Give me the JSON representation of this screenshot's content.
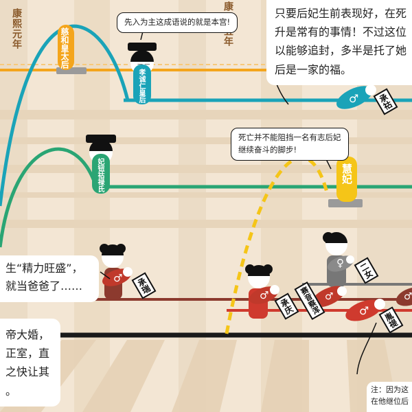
{
  "axis": {
    "year_left": "康熙元年",
    "year_right_top": "康",
    "year_right_bottom": "五年"
  },
  "bubbles": {
    "queen_speech": "先入为主这成语说的就是本宫!",
    "death_note": [
      "死亡并不能阻挡一名有志后妃",
      "继续奋斗的脚步!"
    ],
    "top_right": [
      "只要后妃生前表现好，在死",
      "升是常有的事情！不过这位",
      "以能够追封，多半是托了她",
      "后是一家的福。"
    ],
    "left_middle": [
      "生“精力旺盛”，",
      "就当爸爸了……"
    ],
    "left_bottom": [
      "帝大婚，",
      "正室，直",
      "之快让其",
      "。"
    ],
    "bottom_note": [
      "注：因为这",
      "在他继位后"
    ]
  },
  "figures": {
    "cixi": "慈和皇太后",
    "queen": "孝诚仁皇后",
    "niuhulu": "妃钮祜禄氏",
    "huifei": "慧妃"
  },
  "tags": {
    "chengrui": "承瑞",
    "chengqing": "承庆",
    "chenghu": "承祜",
    "saiyin": "赛音察浑",
    "erva": "二女",
    "hu": "胤禔"
  },
  "colors": {
    "orange": "#f4a51c",
    "teal": "#1aa3b8",
    "green": "#2aa574",
    "red": "#cf3a2e",
    "brown": "#8c3a2e",
    "yellow": "#f5c518",
    "gray": "#777777",
    "black": "#1a1a1a"
  },
  "icons": [
    "male-symbol-icon",
    "female-symbol-icon"
  ]
}
